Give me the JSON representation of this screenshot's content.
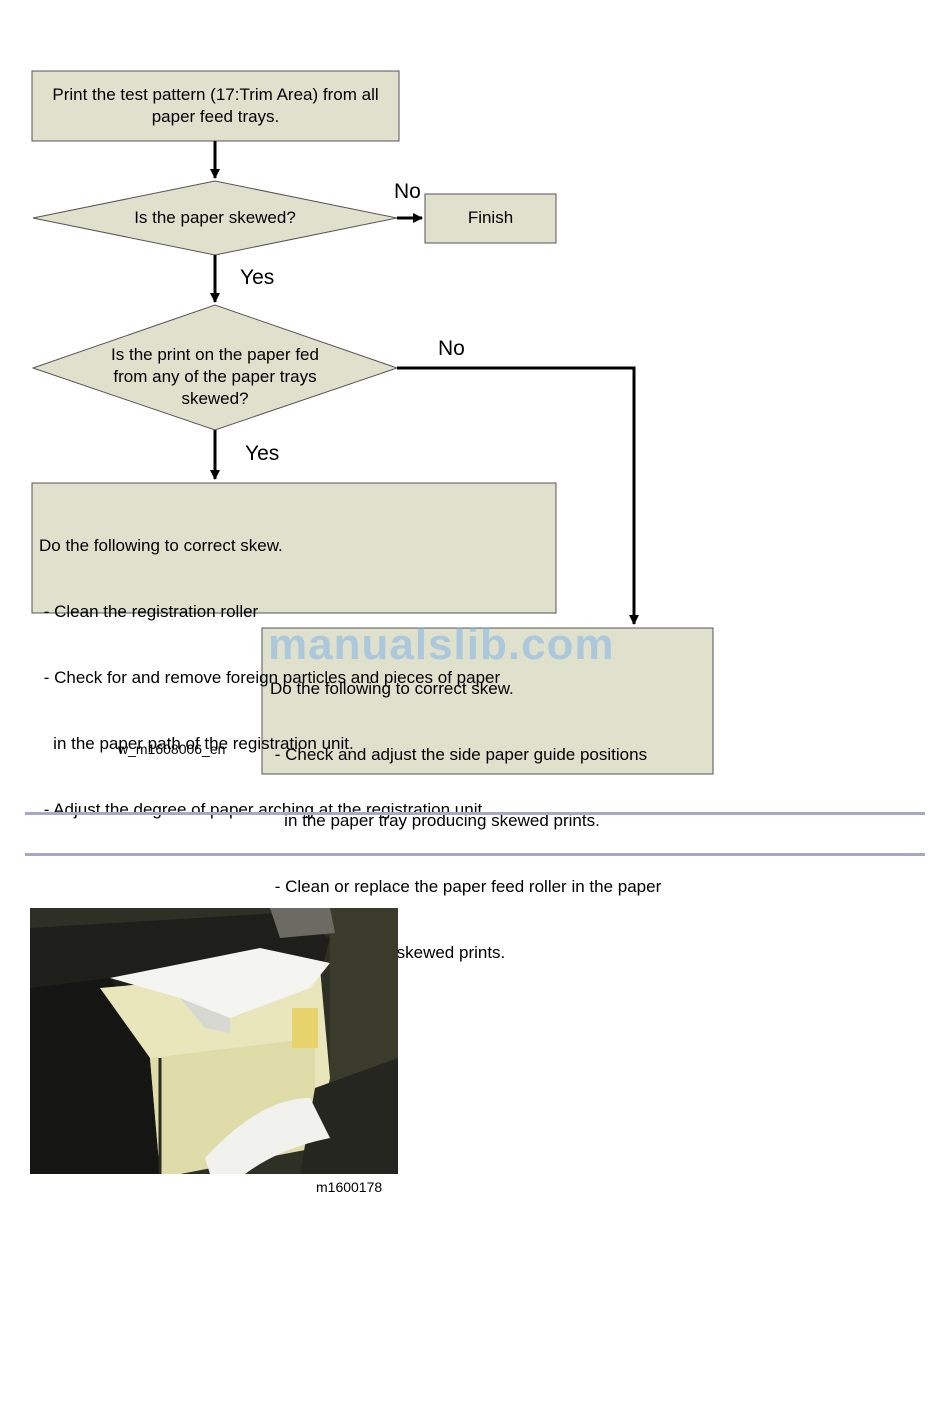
{
  "flowchart": {
    "start_box": "Print the test pattern (17:Trim Area) from all paper feed trays.",
    "decision1": "Is the paper skewed?",
    "finish_box": "Finish",
    "decision2_lines": [
      "Is the print on the paper fed",
      "from any of the paper trays",
      "skewed?"
    ],
    "label_no_1": "No",
    "label_yes_1": "Yes",
    "label_no_2": "No",
    "label_yes_2": "Yes",
    "action1_lines": [
      "Do the following to correct skew.",
      " - Clean the registration roller",
      " - Check for and remove foreign particles and pieces of paper",
      "   in the paper path of the registration unit.",
      " - Adjust the degree of paper arching at the registration unit"
    ],
    "action2_lines": [
      "Do the following to correct skew.",
      " - Check and adjust the side paper guide positions",
      "   in the paper tray producing skewed prints.",
      " - Clean or replace the paper feed roller in the paper",
      "   tray producing skewed prints."
    ],
    "figure_id": "w_m1608006_en",
    "watermark": "manualslib.com"
  },
  "photo": {
    "caption": "m1600178"
  },
  "colors": {
    "box_fill": "#dfe1cd",
    "rule": "#a7a8c9"
  }
}
